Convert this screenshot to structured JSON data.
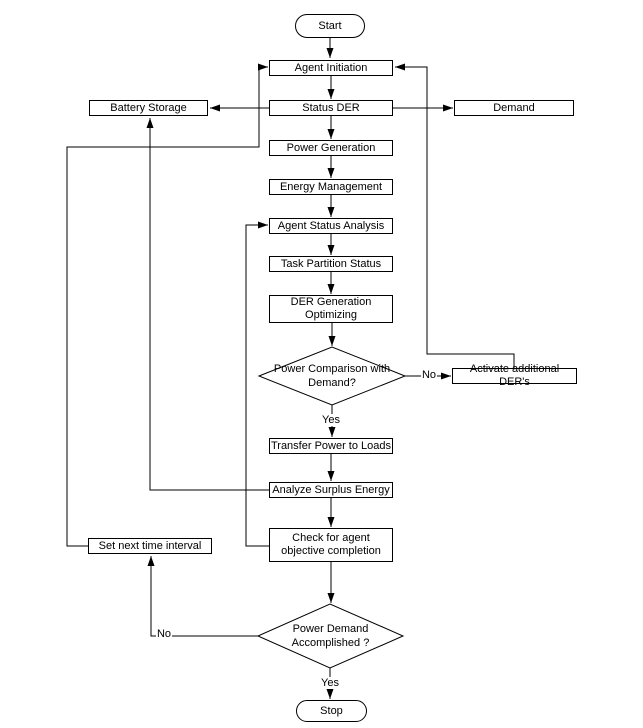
{
  "diagram": {
    "colors": {
      "stroke": "#000000",
      "node_fill": "#ffffff",
      "text": "#000000",
      "background": "#ffffff"
    },
    "nodes": {
      "start": {
        "label": "Start"
      },
      "agent_initiation": {
        "label": "Agent Initiation"
      },
      "status_der": {
        "label": "Status DER"
      },
      "battery_storage": {
        "label": "Battery Storage"
      },
      "demand": {
        "label": "Demand"
      },
      "power_generation": {
        "label": "Power Generation"
      },
      "energy_management": {
        "label": "Energy Management"
      },
      "agent_status_analysis": {
        "label": "Agent Status Analysis"
      },
      "task_partition_status": {
        "label": "Task Partition Status"
      },
      "der_generation_optimizing": {
        "lines": [
          "DER Generation",
          "Optimizing"
        ]
      },
      "power_comparison": {
        "lines": [
          "Power Comparison with",
          "Demand?"
        ]
      },
      "activate_additional_ders": {
        "label": "Activate additional DER's"
      },
      "transfer_power_to_loads": {
        "label": "Transfer Power to Loads"
      },
      "analyze_surplus_energy": {
        "label": "Analyze Surplus Energy"
      },
      "check_objective": {
        "lines": [
          "Check for agent",
          "objective completion"
        ]
      },
      "power_demand": {
        "lines": [
          "Power Demand",
          "Accomplished ?"
        ]
      },
      "set_next_time_interval": {
        "label": "Set next time interval"
      },
      "stop": {
        "label": "Stop"
      }
    },
    "edge_labels": {
      "comparison_no": "No",
      "comparison_yes": "Yes",
      "demand_no": "No",
      "demand_yes": "Yes"
    }
  }
}
